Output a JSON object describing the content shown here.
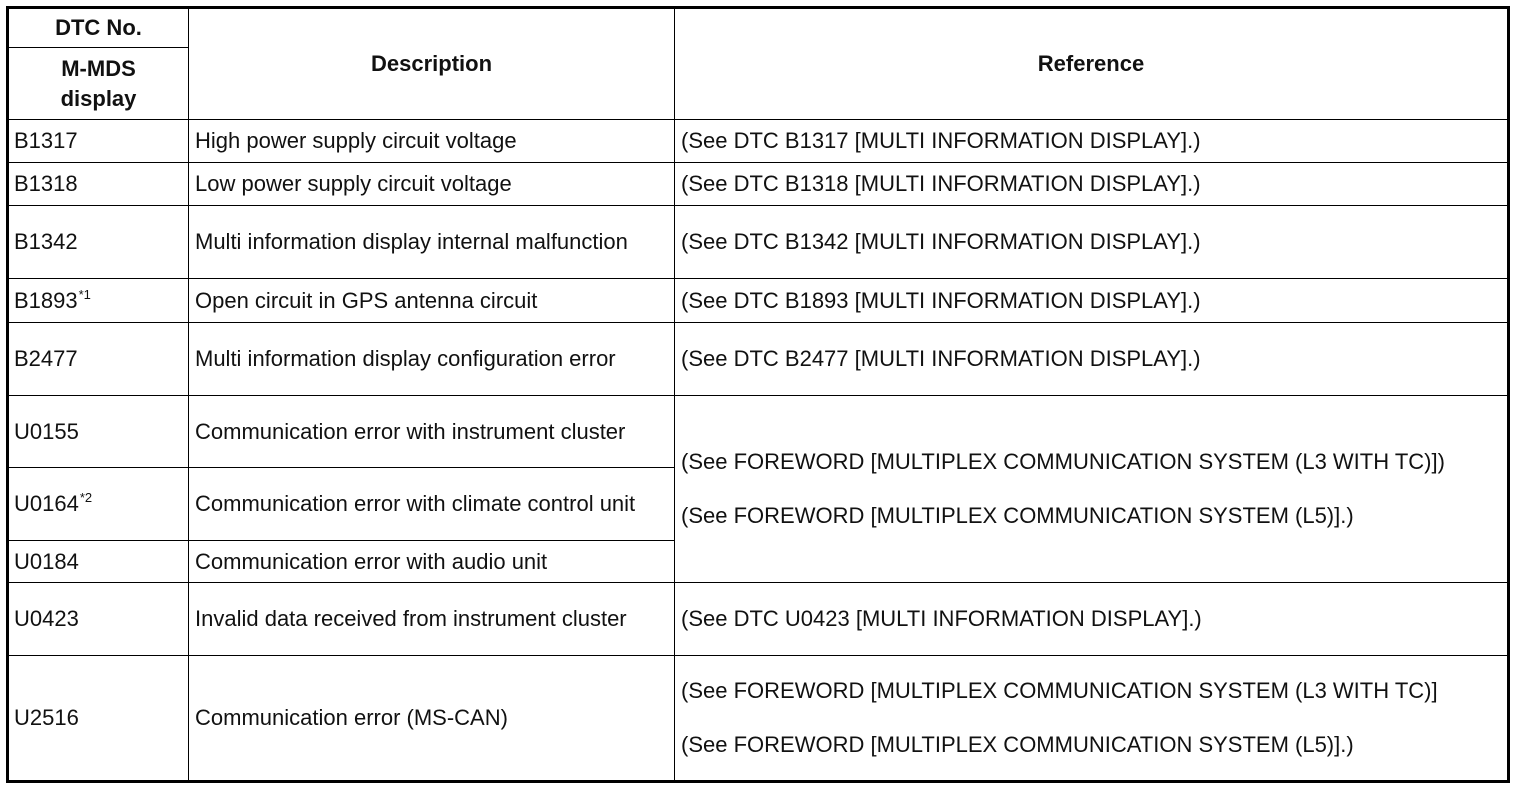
{
  "header": {
    "dtc_no": "DTC No.",
    "display": "M-MDS display",
    "description": "Description",
    "reference": "Reference"
  },
  "rows": [
    {
      "code": "B1317",
      "sup": "",
      "desc": "High power supply circuit voltage",
      "ref": "(See DTC B1317 [MULTI INFORMATION DISPLAY].)"
    },
    {
      "code": "B1318",
      "sup": "",
      "desc": "Low power supply circuit voltage",
      "ref": "(See DTC B1318 [MULTI INFORMATION DISPLAY].)"
    },
    {
      "code": "B1342",
      "sup": "",
      "desc": "Multi information display internal malfunction",
      "ref": "(See DTC B1342 [MULTI INFORMATION DISPLAY].)"
    },
    {
      "code": "B1893",
      "sup": "*1",
      "desc": "Open circuit in GPS antenna circuit",
      "ref": "(See DTC B1893 [MULTI INFORMATION DISPLAY].)"
    },
    {
      "code": "B2477",
      "sup": "",
      "desc": "Multi information display configuration error",
      "ref": "(See DTC B2477 [MULTI INFORMATION DISPLAY].)"
    },
    {
      "code": "U0155",
      "sup": "",
      "desc": "Communication error with instrument cluster",
      "ref": ""
    },
    {
      "code": "U0164",
      "sup": "*2",
      "desc": "Communication error with climate control unit",
      "ref": ""
    },
    {
      "code": "U0184",
      "sup": "",
      "desc": "Communication error with audio unit",
      "ref": ""
    },
    {
      "code": "U0423",
      "sup": "",
      "desc": "Invalid data received from instrument cluster",
      "ref": "(See DTC U0423 [MULTI INFORMATION DISPLAY].)"
    },
    {
      "code": "U2516",
      "sup": "",
      "desc": "Communication error (MS-CAN)",
      "ref": ""
    }
  ],
  "merged_ref_u01": {
    "line1": "(See FOREWORD [MULTIPLEX COMMUNICATION SYSTEM (L3 WITH TC)])",
    "line2": "(See FOREWORD [MULTIPLEX COMMUNICATION SYSTEM (L5)].)"
  },
  "ref_u2516": {
    "line1": "(See FOREWORD [MULTIPLEX COMMUNICATION SYSTEM (L3 WITH TC)]",
    "line2": "(See FOREWORD [MULTIPLEX COMMUNICATION SYSTEM (L5)].)"
  }
}
